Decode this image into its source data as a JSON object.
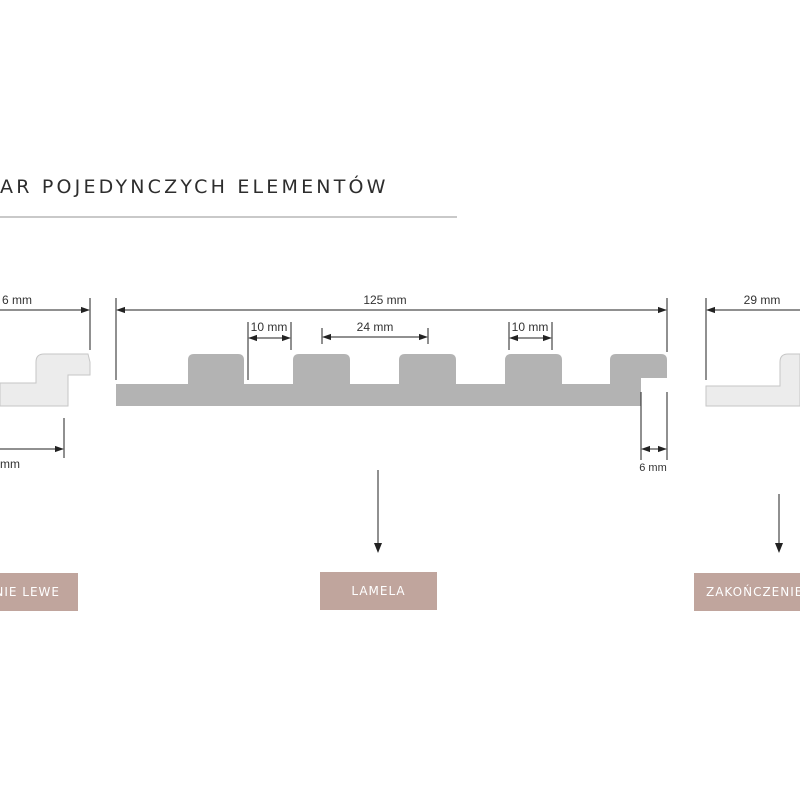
{
  "heading": "AR POJEDYNCZYCH ELEMENTÓW",
  "colors": {
    "profile_main": "#b3b3b3",
    "profile_end": "#ececec",
    "profile_outline": "#c6c6c6",
    "tag_background": "#c0a59d",
    "tag_text": "#ffffff",
    "line": "#222222"
  },
  "left_piece": {
    "top_dimension": "6 mm",
    "bottom_dimension": "mm",
    "tag_label": "NIE LEWE"
  },
  "center_piece": {
    "overall_width": "125 mm",
    "gap_left": "10 mm",
    "rib_width": "24 mm",
    "gap_right": "10 mm",
    "overlap": "6 mm",
    "tag_label": "LAMELA"
  },
  "right_piece": {
    "top_dimension": "29 mm",
    "tag_label": "ZAKOŃCZENIE"
  }
}
